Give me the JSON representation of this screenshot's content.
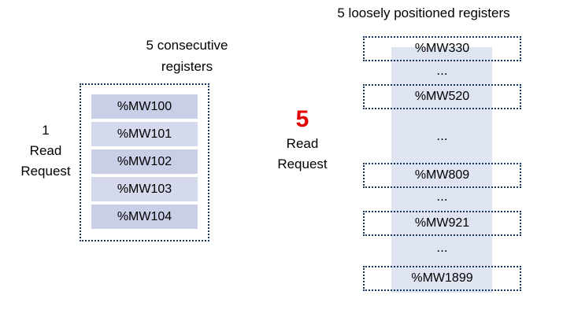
{
  "left_group": {
    "title": [
      "5 consecutive",
      "registers"
    ],
    "request": {
      "count": "1",
      "lines": [
        "Read",
        "Request"
      ]
    },
    "registers": [
      "%MW100",
      "%MW101",
      "%MW102",
      "%MW103",
      "%MW104"
    ]
  },
  "right_group": {
    "title": "5 loosely positioned registers",
    "request": {
      "count": "5",
      "lines": [
        "Read",
        "Request"
      ]
    },
    "registers": [
      "%MW330",
      "%MW520",
      "%MW809",
      "%MW921",
      "%MW1899"
    ],
    "separator": "..."
  },
  "colors": {
    "border_blue": "#17375E",
    "cell_fill": "#C9CFE6",
    "cell_fill_alt": "#D4D9EB",
    "band_fill": "#DEE4F1",
    "count_red": "#E50000",
    "text": "#000000"
  }
}
